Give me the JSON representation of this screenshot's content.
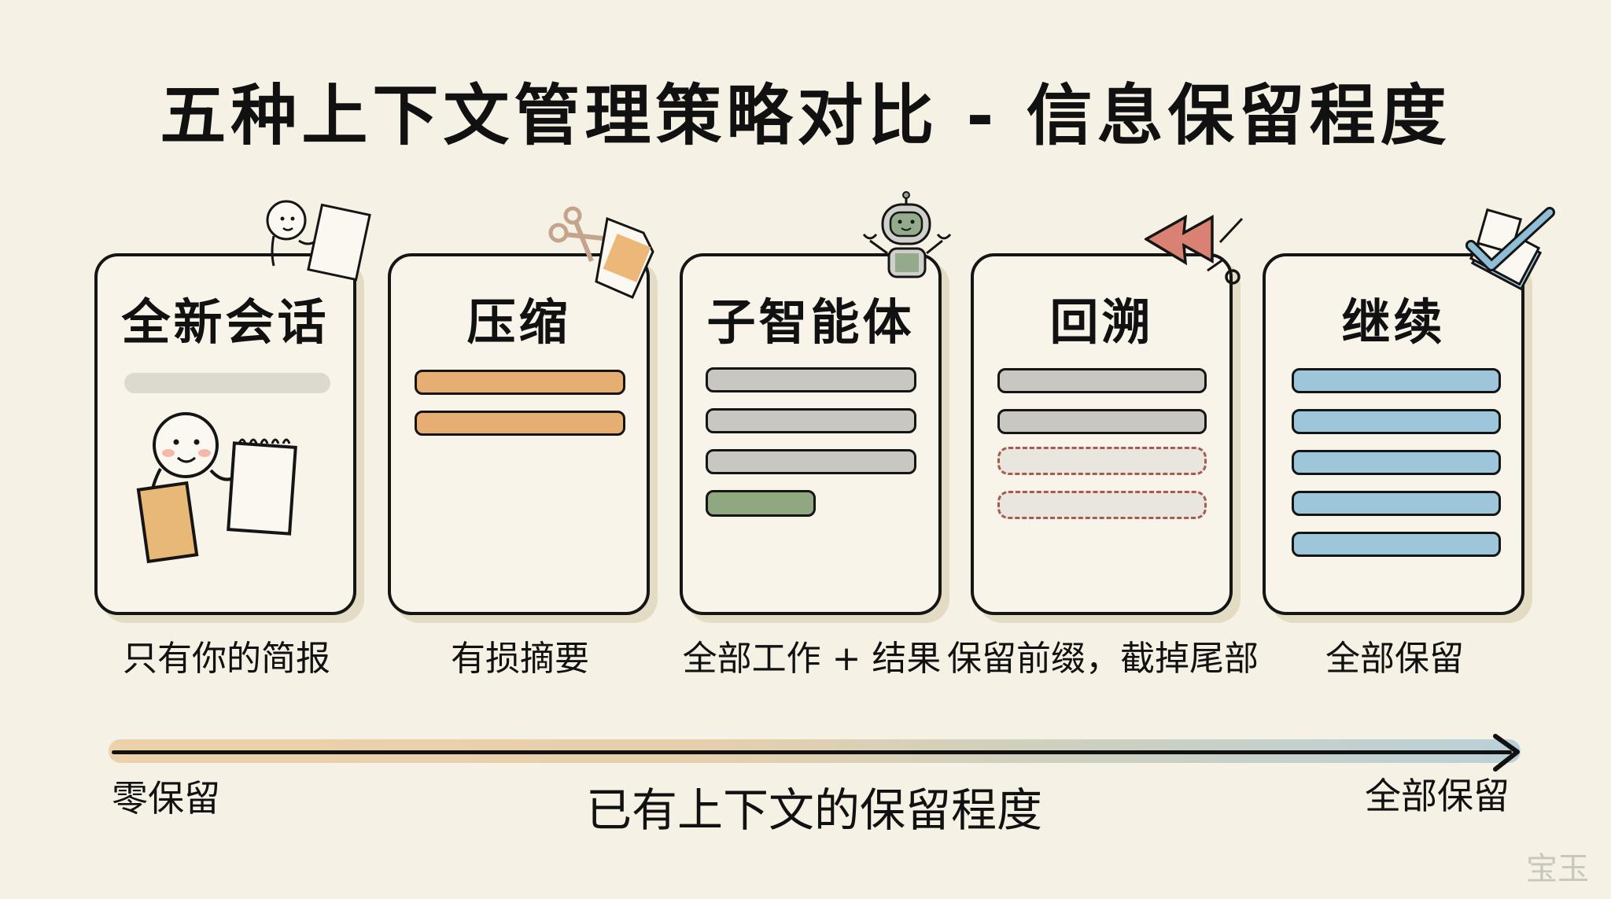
{
  "title": "五种上下文管理策略对比 - 信息保留程度",
  "colors": {
    "background": "#F6F1E5",
    "orange": "#E6AE72",
    "gray": "#C9C7C1",
    "green": "#8FA882",
    "blue": "#9DC6DB",
    "dashed_red": "#A85A50",
    "rewind_red": "#D98273"
  },
  "cards": [
    {
      "title": "全新会话",
      "caption": "只有你的简报",
      "icon": "person-with-notepad-icon",
      "bars": [
        {
          "type": "gray-soft",
          "length": "full"
        }
      ],
      "illustration": "person-holding-folder-and-notepad"
    },
    {
      "title": "压缩",
      "caption": "有损摘要",
      "icon": "scissors-and-document-icon",
      "bars": [
        {
          "type": "orange",
          "length": "full"
        },
        {
          "type": "orange",
          "length": "full"
        }
      ]
    },
    {
      "title": "子智能体",
      "caption": "全部工作 + 结果",
      "icon": "robot-icon",
      "bars": [
        {
          "type": "gray",
          "length": "full"
        },
        {
          "type": "gray",
          "length": "full"
        },
        {
          "type": "gray",
          "length": "full"
        },
        {
          "type": "green",
          "length": "short"
        }
      ]
    },
    {
      "title": "回溯",
      "caption": "保留前缀，截掉尾部",
      "icon": "rewind-scissors-icon",
      "bars": [
        {
          "type": "gray",
          "length": "full"
        },
        {
          "type": "gray",
          "length": "full"
        },
        {
          "type": "dashed",
          "length": "full"
        },
        {
          "type": "dashed",
          "length": "full"
        }
      ]
    },
    {
      "title": "继续",
      "caption": "全部保留",
      "icon": "checkmark-papers-icon",
      "bars": [
        {
          "type": "blue",
          "length": "full"
        },
        {
          "type": "blue",
          "length": "full"
        },
        {
          "type": "blue",
          "length": "full"
        },
        {
          "type": "blue",
          "length": "full"
        },
        {
          "type": "blue",
          "length": "full"
        }
      ]
    }
  ],
  "axis": {
    "left_label": "零保留",
    "right_label": "全部保留",
    "title": "已有上下文的保留程度"
  },
  "watermark": "宝玉"
}
